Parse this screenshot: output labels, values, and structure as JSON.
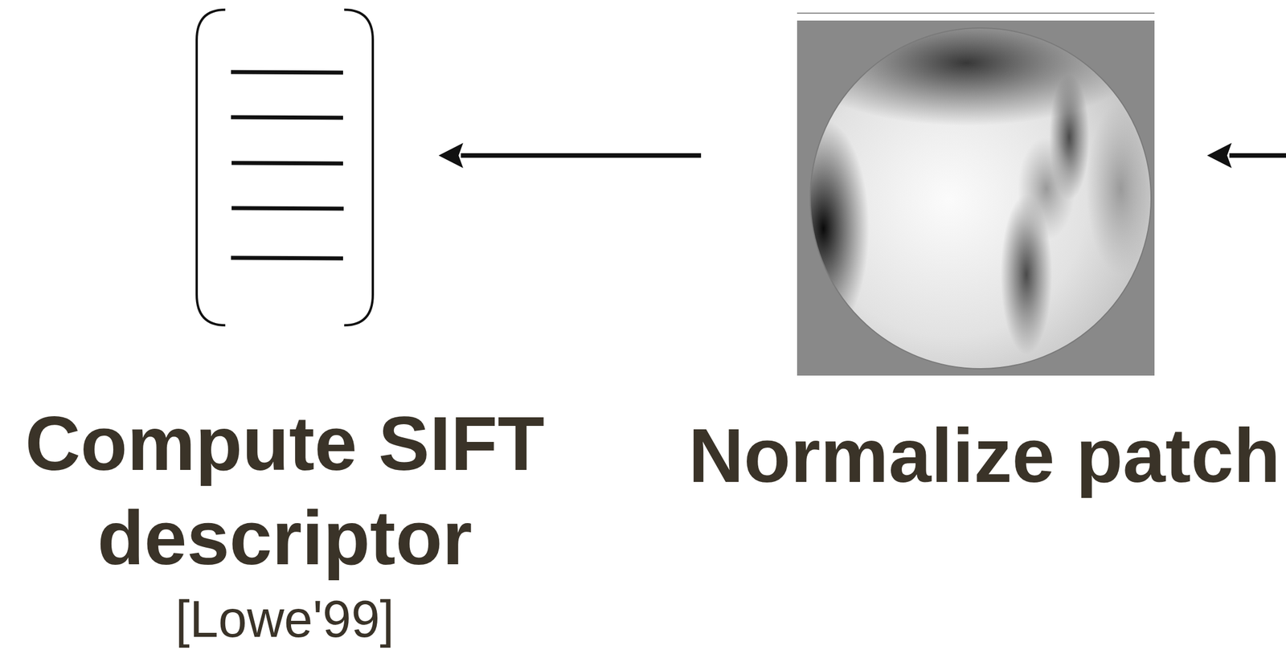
{
  "diagram": {
    "nodes": [
      {
        "text": [
          "Compute SIFT descriptor",
          "[Lowe'99]"
        ]
      },
      {
        "text": [
          "Normalize patch"
        ]
      }
    ],
    "edges": [
      {
        "from": 1,
        "to": 0,
        "arrow": "to"
      }
    ]
  }
}
